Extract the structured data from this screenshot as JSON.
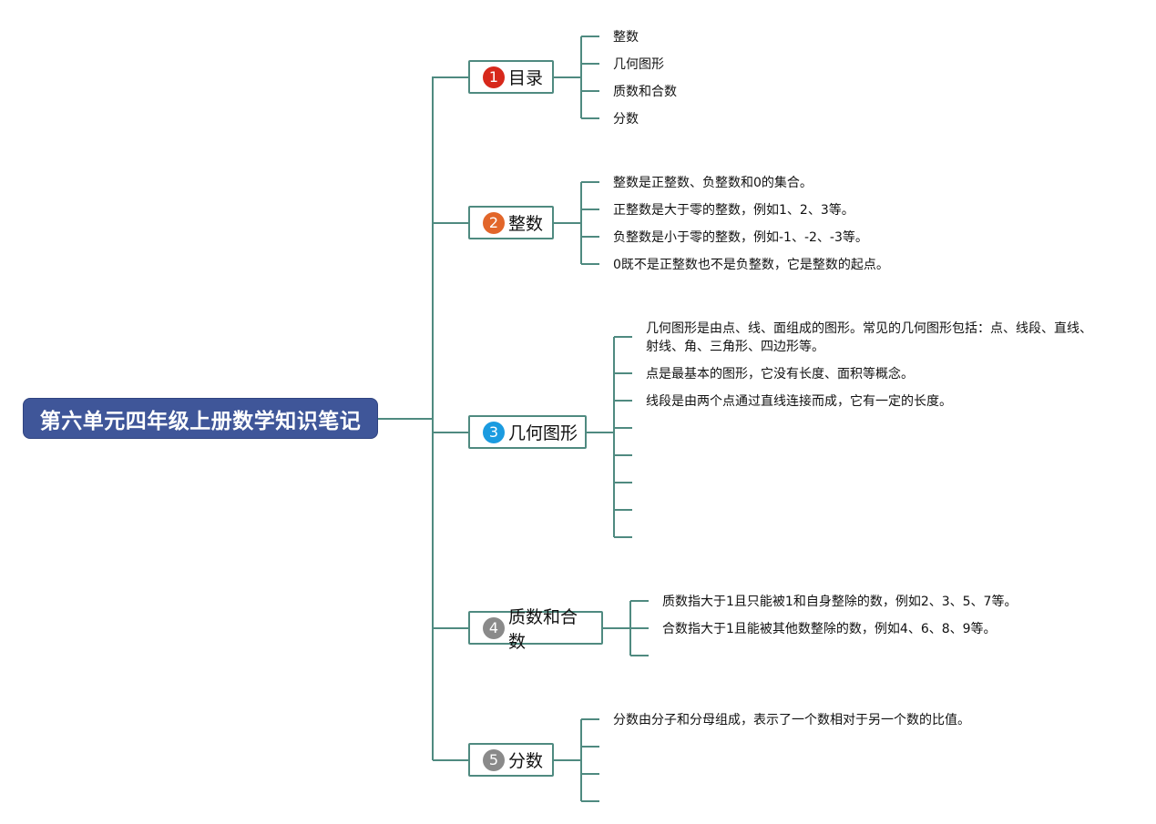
{
  "root": {
    "title": "第六单元四年级上册数学知识笔记"
  },
  "branches": [
    {
      "number": "1",
      "label": "目录",
      "badge_color": "#d7281b",
      "leaves": [
        "整数",
        "几何图形",
        "质数和合数",
        "分数"
      ]
    },
    {
      "number": "2",
      "label": "整数",
      "badge_color": "#e2662a",
      "leaves": [
        "整数是正整数、负整数和0的集合。",
        "正整数是大于零的整数，例如1、2、3等。",
        "负整数是小于零的整数，例如-1、-2、-3等。",
        "0既不是正整数也不是负整数，它是整数的起点。"
      ]
    },
    {
      "number": "3",
      "label": "几何图形",
      "badge_color": "#1b9be0",
      "leaves": [
        "几何图形是由点、线、面组成的图形。常见的几何图形包括：点、线段、直线、射线、角、三角形、四边形等。",
        "点是最基本的图形，它没有长度、面积等概念。",
        "线段是由两个点通过直线连接而成，它有一定的长度。",
        "",
        "",
        "",
        "",
        ""
      ]
    },
    {
      "number": "4",
      "label": "质数和合数",
      "badge_color": "#8a8a8a",
      "leaves": [
        "质数指大于1且只能被1和自身整除的数，例如2、3、5、7等。",
        "合数指大于1且能被其他数整除的数，例如4、6、8、9等。",
        ""
      ]
    },
    {
      "number": "5",
      "label": "分数",
      "badge_color": "#8a8a8a",
      "leaves": [
        "分数由分子和分母组成，表示了一个数相对于另一个数的比值。",
        "",
        "",
        ""
      ]
    }
  ]
}
